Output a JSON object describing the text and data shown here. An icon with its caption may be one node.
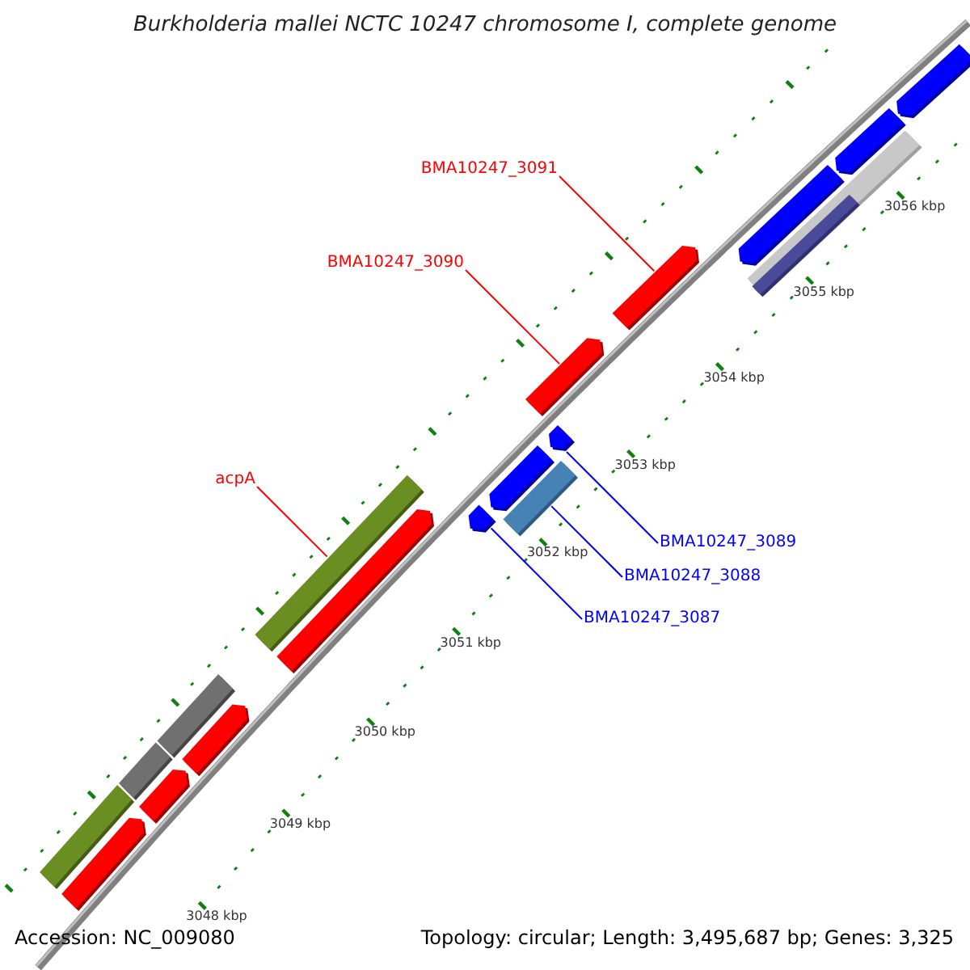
{
  "diagram": {
    "title": "Burkholderia mallei NCTC 10247 chromosome I, complete genome",
    "nodes": [
      {
        "text": [
          "BMA10247_3091"
        ]
      },
      {
        "text": [
          "BMA10247_3090"
        ]
      },
      {
        "text": [
          "acpA"
        ]
      },
      {
        "text": [
          "BMA10247_3089"
        ]
      },
      {
        "text": [
          "BMA10247_3088"
        ]
      },
      {
        "text": [
          "BMA10247_3087"
        ]
      },
      {
        "text": [],
        "shape": "bar"
      },
      {
        "text": [],
        "shape": "arrow"
      },
      {
        "text": [],
        "shape": "bar"
      },
      {
        "text": [],
        "shape": "arrow"
      },
      {
        "text": [],
        "shape": "bar"
      },
      {
        "text": [],
        "shape": "arrow"
      },
      {
        "text": [],
        "shape": "bar"
      },
      {
        "text": [],
        "shape": "arrow"
      },
      {
        "text": [],
        "shape": "arrow"
      },
      {
        "text": [],
        "shape": "arrow"
      },
      {
        "text": [],
        "shape": "bar"
      },
      {
        "text": [],
        "shape": "arrow"
      },
      {
        "text": [],
        "shape": "arrow"
      },
      {
        "text": [],
        "shape": "arrow"
      },
      {
        "text": [],
        "shape": "bar"
      },
      {
        "text": [],
        "shape": "bar",
        "in": 20
      },
      {
        "text": [],
        "shape": "arrow"
      },
      {
        "text": [],
        "shape": "arrow"
      },
      {
        "text": [],
        "shape": "arrow"
      }
    ],
    "edges": [
      {
        "from": 0,
        "to": 19,
        "arrow": "none",
        "color": "#ff0000"
      },
      {
        "from": 1,
        "to": 18,
        "arrow": "none",
        "color": "#ff0000"
      },
      {
        "from": 2,
        "to": 12,
        "arrow": "none",
        "color": "#ff0000"
      },
      {
        "from": 3,
        "to": 17,
        "arrow": "none",
        "color": "#0000ff"
      },
      {
        "from": 4,
        "to": 16,
        "arrow": "none",
        "color": "#0000ff"
      },
      {
        "from": 5,
        "to": 14,
        "arrow": "none",
        "color": "#0000ff"
      }
    ],
    "labels": [
      "3056 kbp",
      "3055 kbp",
      "3054 kbp",
      "3053 kbp",
      "3052 kbp",
      "3051 kbp",
      "3050 kbp",
      "3049 kbp",
      "3048 kbp",
      "Accession: NC_009080",
      "Topology: circular; Length: 3,495,687 bp; Genes: 3,325"
    ]
  }
}
